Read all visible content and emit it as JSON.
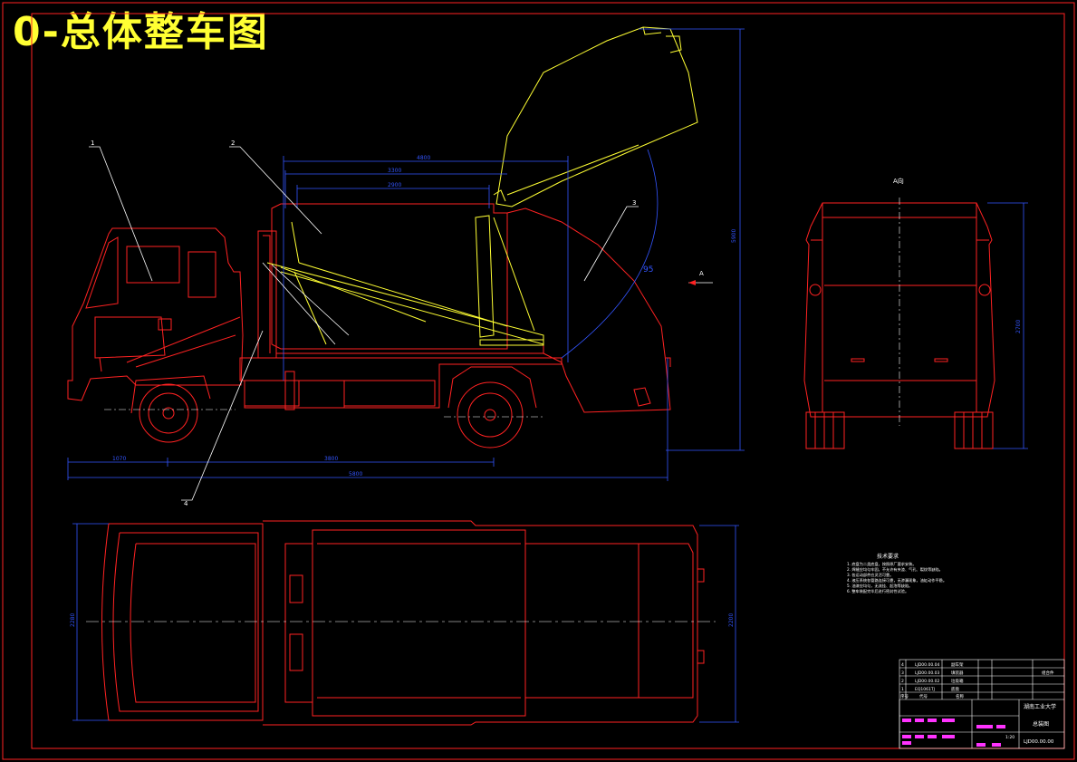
{
  "title": "0-总体整车图",
  "colors": {
    "outline": "#ff2222",
    "hopper": "#ffff33",
    "dimension": "#3355ff",
    "leader": "#ffffff",
    "accent": "#ff33ff",
    "title": "#ffff33"
  },
  "callouts": {
    "cab": "1",
    "body": "2",
    "tailgate": "3",
    "frame": "4"
  },
  "side_view": {
    "dims": {
      "top_outer": "4800",
      "top_mid": "3300",
      "top_inner": "2900",
      "front_overhang": "1070",
      "wheelbase": "3800",
      "overall_length": "5800",
      "height": "5900"
    },
    "arc_angle": "95",
    "view_arrow_label": "A"
  },
  "rear_view": {
    "label": "A向",
    "height_dim": "2700"
  },
  "plan_view": {
    "width_dim_left": "2280",
    "width_dim_right": "2200"
  },
  "tech_notes": {
    "heading": "技术要求",
    "lines": [
      "1. 底盘为二类底盘，按照原厂要求安装。",
      "2. 焊缝应均匀牢固，不允许有夹渣、气孔、裂纹等缺陷。",
      "3. 各运动部件应灵活可靠。",
      "4. 液压系统各管路连接可靠，无渗漏现象，油缸动作平稳。",
      "5. 油漆应均匀，无流挂、起泡等缺陷。",
      "6. 整车装配完毕后进行密封性试验。"
    ]
  },
  "title_block": {
    "parts": [
      {
        "no": "4",
        "code": "LJD00.00.04",
        "name": "副车架"
      },
      {
        "no": "3",
        "code": "LJD00.00.03",
        "name": "填装器"
      },
      {
        "no": "2",
        "code": "LJD00.00.02",
        "name": "垃圾箱"
      },
      {
        "no": "1",
        "code": "EQ1061TJ",
        "name": "底盘"
      }
    ],
    "header": {
      "no": "序号",
      "code": "代号",
      "name": "名称"
    },
    "school": "湖南工业大学",
    "drawing_name": "总装图",
    "drawing_no": "LJD00.00.00",
    "scale": "1:20",
    "material": "组合件"
  }
}
